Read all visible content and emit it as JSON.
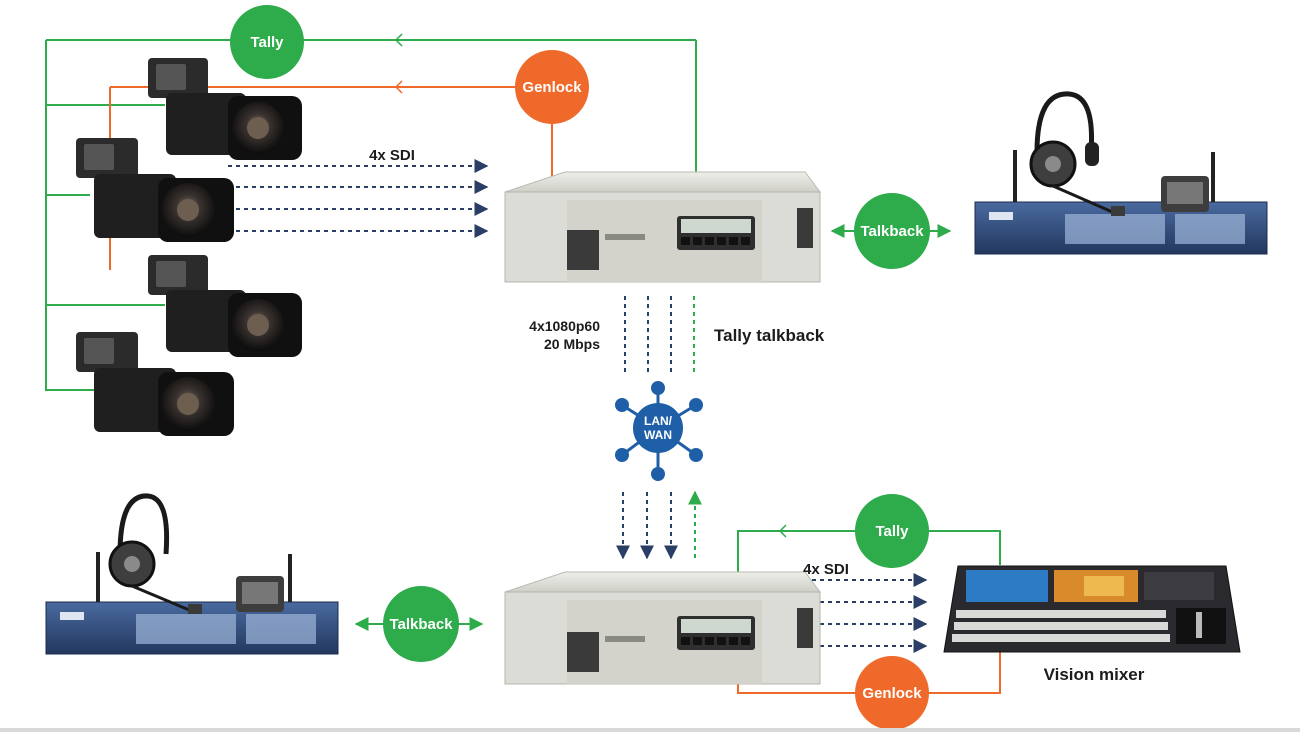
{
  "labels": {
    "tally_top": "Tally",
    "genlock_top": "Genlock",
    "sdi_top": "4x SDI",
    "talkback_right": "Talkback",
    "stream_line1": "4x1080p60",
    "stream_line2": "20 Mbps",
    "tally_talkback": "Tally talkback",
    "lan_line1": "LAN/",
    "lan_line2": "WAN",
    "tally_bottom": "Tally",
    "sdi_bottom": "4x SDI",
    "talkback_left": "Talkback",
    "genlock_bottom": "Genlock",
    "vision_mixer": "Vision mixer"
  },
  "colors": {
    "tally": "#2eab4a",
    "genlock": "#ef6a2a",
    "talkback": "#2eab4a",
    "lan": "#1f5fa8",
    "sdi_line": "#2b3f66",
    "device_body": "#dcdcd6"
  },
  "icons": [
    "camera-icon",
    "encoder-device-icon",
    "intercom-rack-icon",
    "headset-icon",
    "network-hub-icon",
    "vision-mixer-icon"
  ]
}
